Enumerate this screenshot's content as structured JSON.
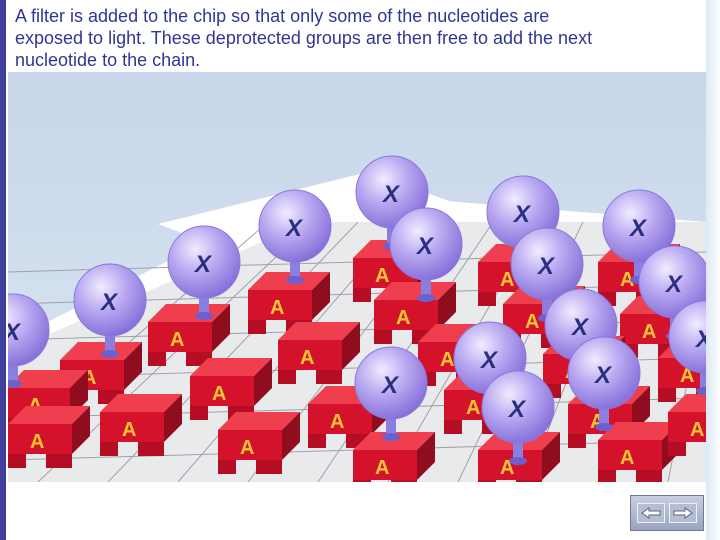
{
  "caption": "A filter is added to the chip so that only some of the nucleotides are\nexposed to light.  These deprotected groups are then free to add the next\nnucleotide to the chain.",
  "block_letter": "A",
  "group_letter": "X",
  "colors": {
    "caption_text": "#2f3794",
    "frame": "#3d3f9a",
    "filter_sheet": "#cad9ea",
    "chip_grid": "#d7d8db",
    "block": "#d5122b",
    "block_letter": "#f7c531",
    "sphere": "#9f8be6",
    "sphere_letter": "#2b2f82",
    "stem": "#8a7fe0"
  },
  "nav": {
    "back_icon": "arrow-left-icon",
    "forward_icon": "arrow-right-icon"
  }
}
